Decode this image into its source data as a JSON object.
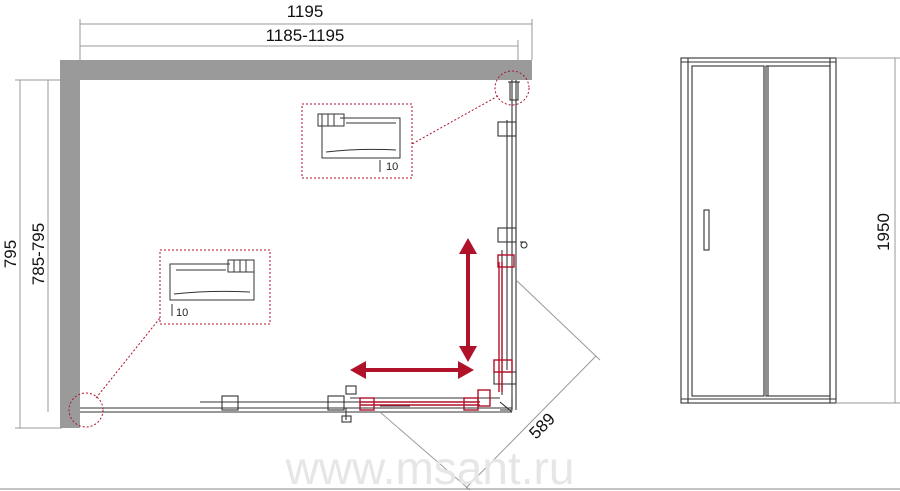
{
  "dimensions": {
    "outer_width": "1195",
    "inner_width": "1185-1195",
    "outer_depth": "795",
    "inner_depth": "785-795",
    "diagonal": "589",
    "height": "1950"
  },
  "callouts": {
    "top_right": "10",
    "left": "10"
  },
  "watermark": "www.msant.ru",
  "colors": {
    "wall": "#9a9a9a",
    "accent": "#b0122a",
    "line": "#333333",
    "dimension": "#999999"
  }
}
